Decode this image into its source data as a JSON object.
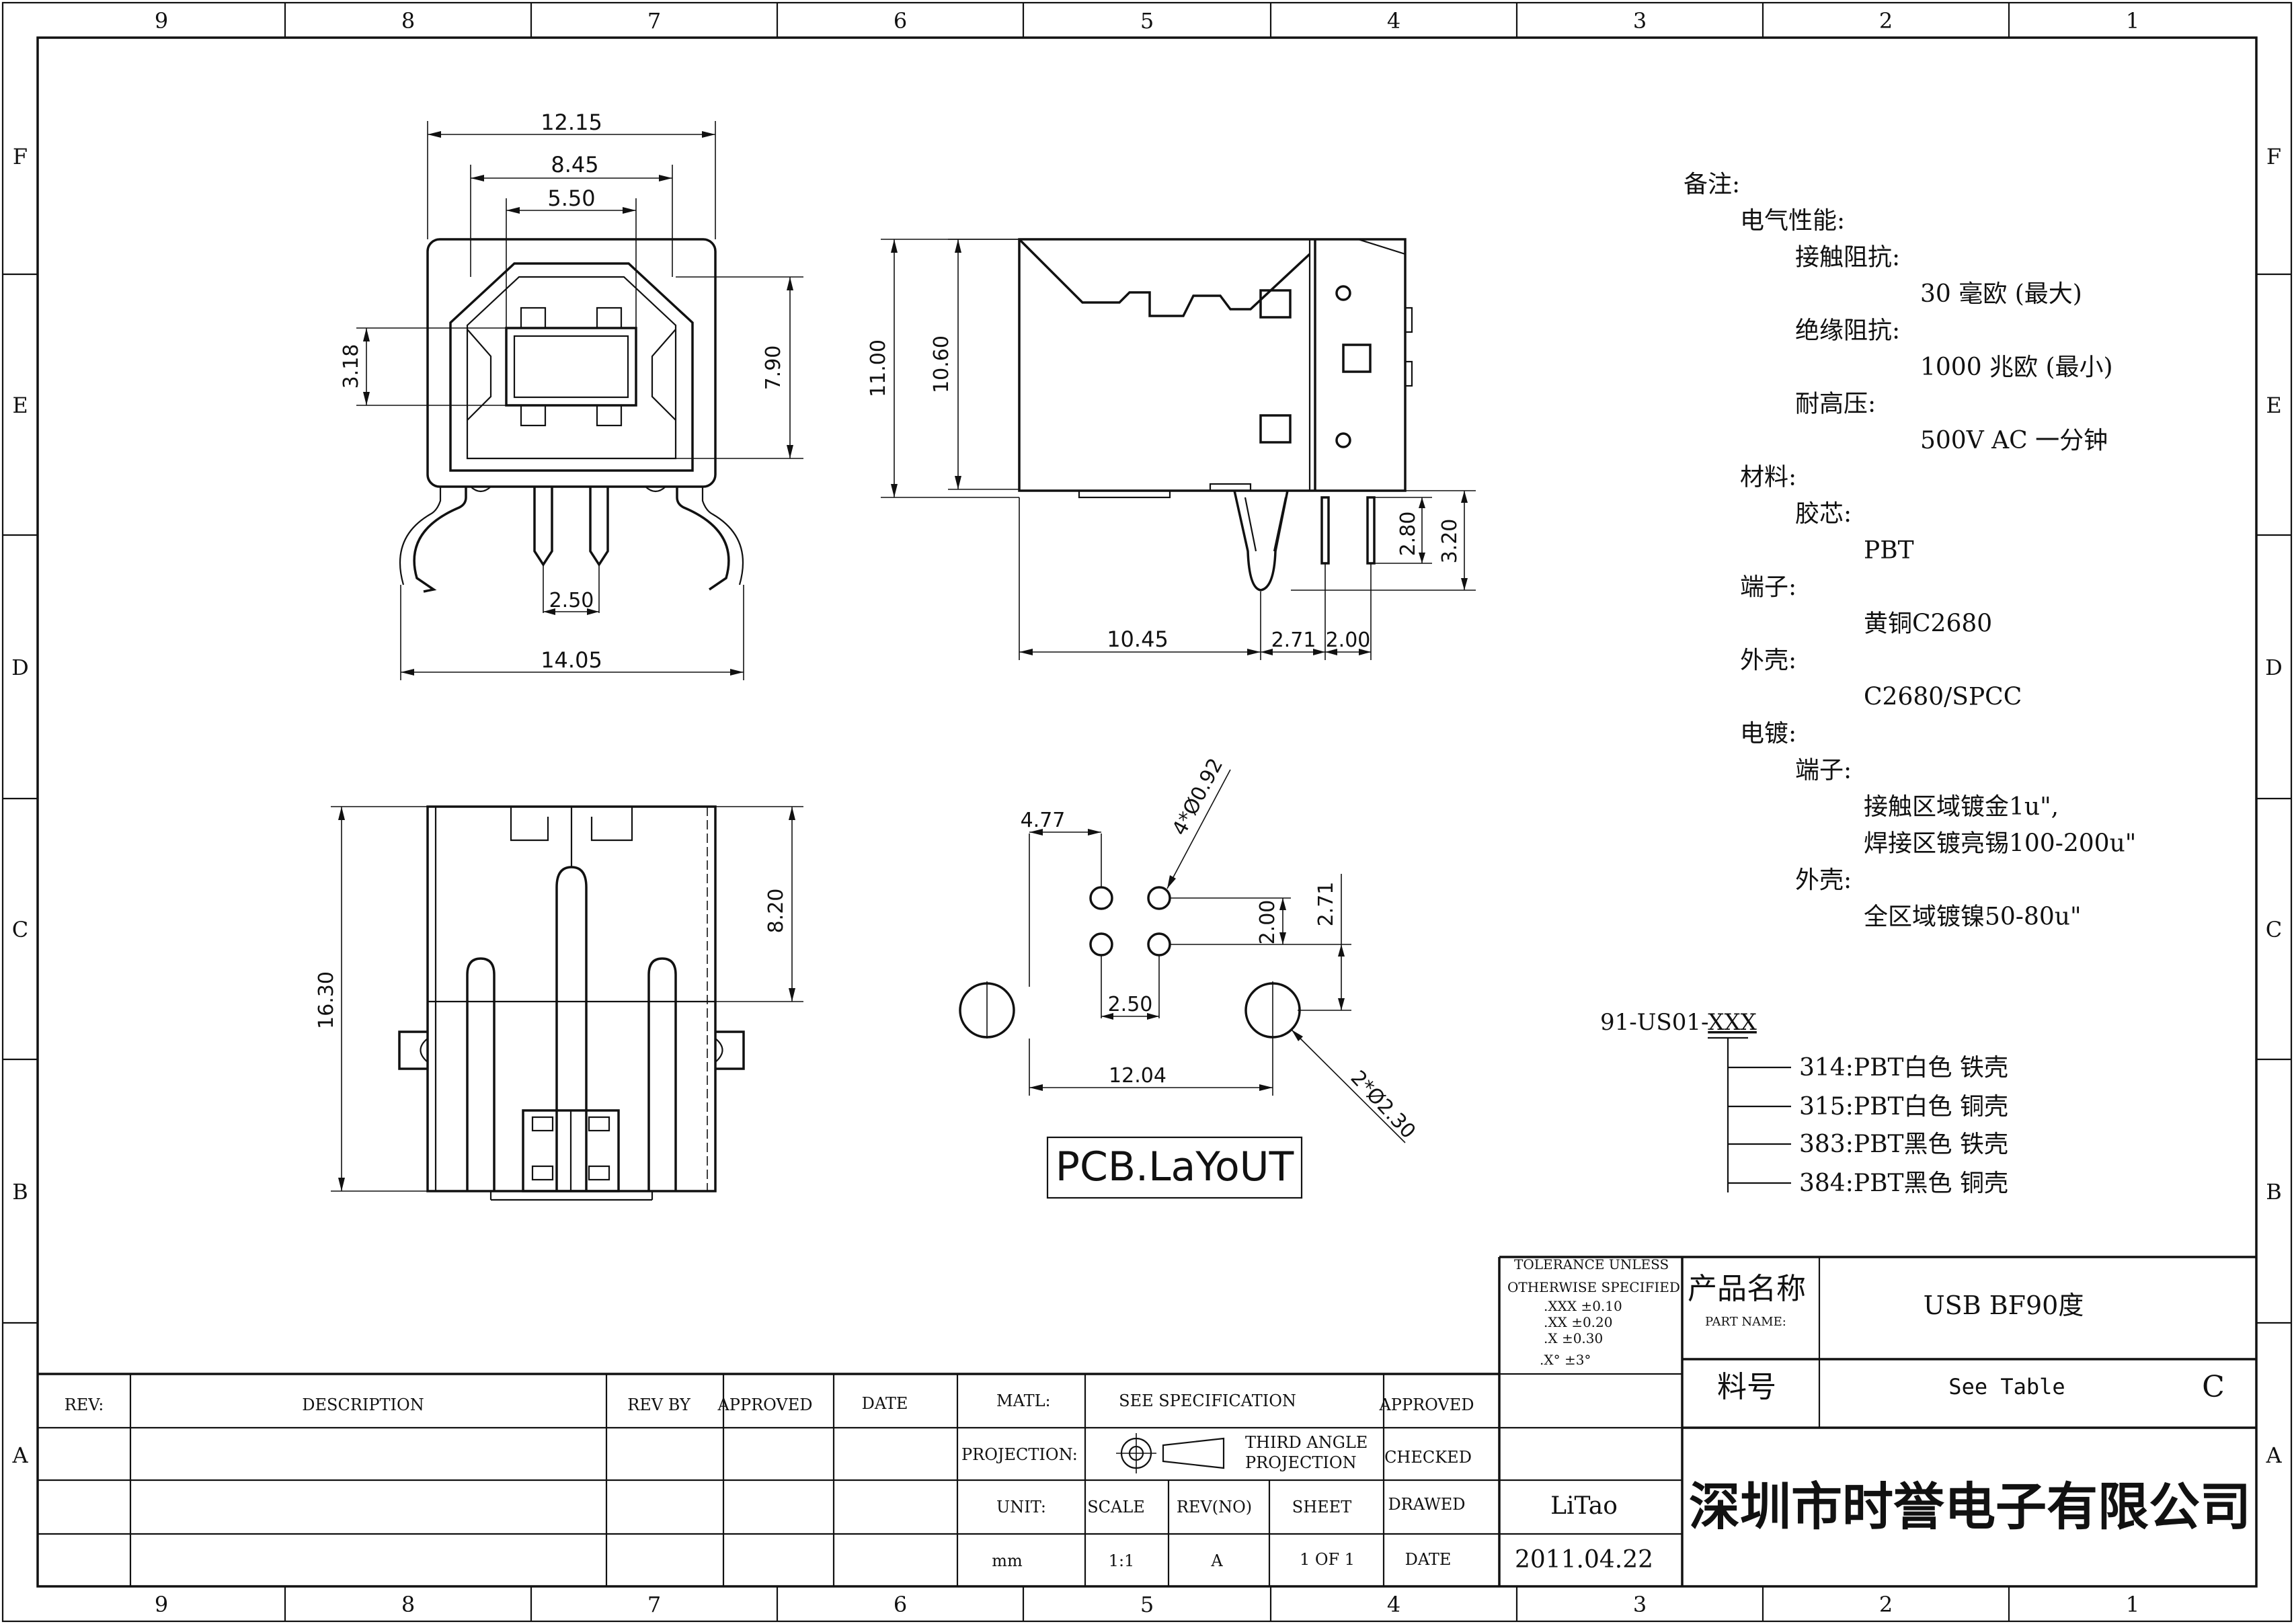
{
  "frame": {
    "col_labels": [
      "9",
      "8",
      "7",
      "6",
      "5",
      "4",
      "3",
      "2",
      "1"
    ],
    "row_labels": [
      "F",
      "E",
      "D",
      "C",
      "B",
      "A"
    ]
  },
  "front_view": {
    "dim_width_outer": "12.15",
    "dim_width_mid": "8.45",
    "dim_width_inner": "5.50",
    "dim_height_left": "3.18",
    "dim_height_right": "7.90",
    "dim_pin_pitch": "2.50",
    "dim_total_width": "14.05"
  },
  "side_view": {
    "dim_height_outer": "11.00",
    "dim_height_inner": "10.60",
    "dim_pin_height_a": "2.80",
    "dim_pin_height_b": "3.20",
    "dim_length": "10.45",
    "dim_offset_a": "2.71",
    "dim_offset_b": "2.00"
  },
  "bottom_view": {
    "dim_length": "16.30",
    "dim_partial": "8.20"
  },
  "pcb_layout": {
    "title": "PCB.LaYoUT",
    "dim_hole_offset": "4.77",
    "dim_small_holes": "4*Ø0.92",
    "dim_row_spacing": "2.00",
    "dim_row_offset": "2.71",
    "dim_col_spacing": "2.50",
    "dim_mount_spacing": "12.04",
    "dim_mount_holes": "2*Ø2.30"
  },
  "notes": {
    "heading": "备注:",
    "lines": [
      {
        "indent": 1,
        "text": "电气性能:"
      },
      {
        "indent": 2,
        "text": "接触阻抗:"
      },
      {
        "indent": 4,
        "text": "30 毫欧 (最大)"
      },
      {
        "indent": 2,
        "text": "绝缘阻抗:"
      },
      {
        "indent": 4,
        "text": "1000 兆欧 (最小)"
      },
      {
        "indent": 2,
        "text": "耐高压:"
      },
      {
        "indent": 4,
        "text": "500V AC 一分钟"
      },
      {
        "indent": 1,
        "text": "材料:"
      },
      {
        "indent": 2,
        "text": "胶芯:"
      },
      {
        "indent": 3,
        "text": "PBT"
      },
      {
        "indent": 1,
        "text": "端子:"
      },
      {
        "indent": 3,
        "text": "黄铜C2680"
      },
      {
        "indent": 1,
        "text": "外壳:"
      },
      {
        "indent": 3,
        "text": "C2680/SPCC"
      },
      {
        "indent": 1,
        "text": "电镀:"
      },
      {
        "indent": 2,
        "text": "端子:"
      },
      {
        "indent": 3,
        "text": "接触区域镀金1u\","
      },
      {
        "indent": 3,
        "text": "焊接区镀亮锡100-200u\""
      },
      {
        "indent": 2,
        "text": "外壳:"
      },
      {
        "indent": 3,
        "text": "全区域镀镍50-80u\""
      }
    ]
  },
  "part_code": {
    "prefix": "91-US01-",
    "suffix": "XXX",
    "options": [
      "314:PBT白色 铁壳",
      "315:PBT白色 铜壳",
      "383:PBT黑色 铁壳",
      "384:PBT黑色 铜壳"
    ]
  },
  "title_block": {
    "tolerance": [
      "TOLERANCE UNLESS",
      "OTHERWISE SPECIFIED",
      ".XXX ±0.10",
      ".XX ±0.20",
      ".X ±0.30",
      ".X° ±3°"
    ],
    "product_name_label": "产品名称",
    "part_name_label": "PART NAME:",
    "product_name_value": "USB BF90度",
    "part_no_label": "料号",
    "part_no_value": "See Table",
    "revision_letter": "C",
    "company": "深圳市时誉电子有限公司",
    "rev_label": "REV:",
    "description_label": "DESCRIPTION",
    "rev_by_label": "REV BY",
    "approved_label": "APPROVED",
    "date_label": "DATE",
    "matl_label": "MATL:",
    "matl_value": "SEE SPECIFICATION",
    "approved_label_2": "APPROVED",
    "projection_label": "PROJECTION:",
    "projection_value_1": "THIRD ANGLE",
    "projection_value_2": "PROJECTION",
    "checked_label": "CHECKED",
    "unit_label": "UNIT:",
    "unit_value": "mm",
    "scale_label": "SCALE",
    "scale_value": "1:1",
    "rev_no_label": "REV(NO)",
    "rev_no_value": "A",
    "sheet_label": "SHEET",
    "sheet_value": "1 OF 1",
    "drawed_label": "DRAWED",
    "drawed_value": "LiTao",
    "date_label_2": "DATE",
    "date_value": "2011.04.22"
  }
}
